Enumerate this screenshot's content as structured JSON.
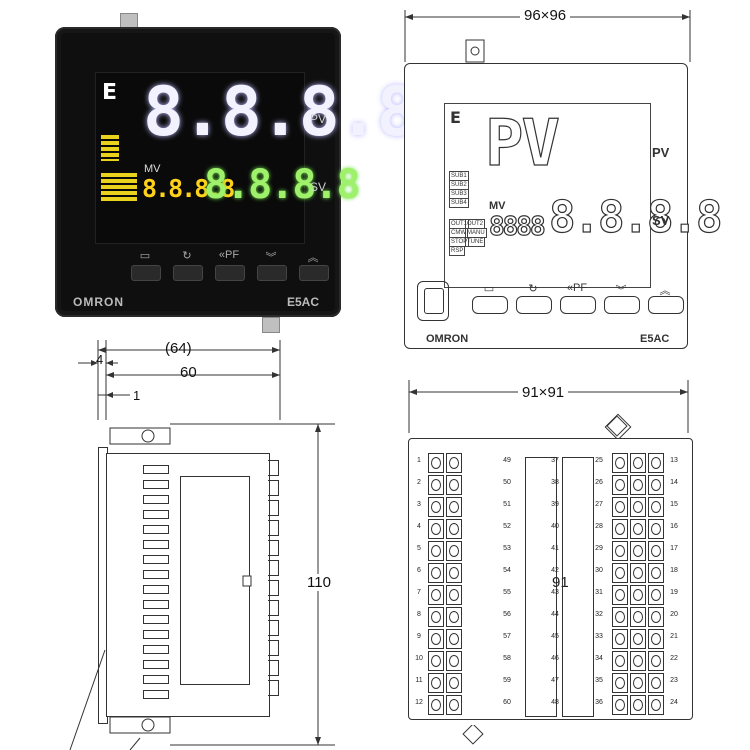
{
  "photo": {
    "pv_digits": "8.8.8.8",
    "sv_digits": "8.8.8.8",
    "mv_digits": "8.8.8.8",
    "pv_label": "PV",
    "sv_label": "SV",
    "mv_label": "MV",
    "brand": "OMRON",
    "model": "E5AC",
    "lcd_temp_mark": "ꓰ",
    "buttons": [
      {
        "name": "mode-button-icon",
        "symbol": "▭"
      },
      {
        "name": "cycle-button-icon",
        "symbol": "↻"
      },
      {
        "name": "pf-button-icon",
        "symbol": "«PF"
      },
      {
        "name": "down-button-icon",
        "symbol": "︾"
      },
      {
        "name": "up-button-icon",
        "symbol": "︽"
      }
    ],
    "colors": {
      "pv": "#f2f2ff",
      "sv": "#9ff06a",
      "mv": "#ffd21a",
      "bezel": "#0f0f10"
    }
  },
  "front": {
    "dimension": "96×96",
    "pv_label": "PV",
    "sv_label": "SV",
    "mv_label": "MV",
    "brand": "OMRON",
    "model": "E5AC",
    "sub_indicators": [
      "SUB1",
      "SUB2",
      "SUB3",
      "SUB4"
    ],
    "status_indicators": [
      "OUT1",
      "OUT2",
      "CMW",
      "MANU",
      "STOP",
      "TUNE",
      "RSP"
    ],
    "buttons": [
      "▭",
      "↻",
      "«PF",
      "︾",
      "︽"
    ]
  },
  "side": {
    "dim_64": "(64)",
    "dim_60": "60",
    "dim_4": "4",
    "dim_1": "1",
    "dim_110": "110"
  },
  "rear": {
    "dimension": "91×91",
    "center_label": "91",
    "left_terminals": [
      "1",
      "2",
      "3",
      "4",
      "5",
      "6",
      "7",
      "8",
      "9",
      "10",
      "11",
      "12"
    ],
    "left_inner": [
      "49",
      "50",
      "51",
      "52",
      "53",
      "54",
      "55",
      "56",
      "57",
      "58",
      "59",
      "60"
    ],
    "mid_terminals": [
      "37",
      "38",
      "39",
      "40",
      "41",
      "42",
      "43",
      "44",
      "45",
      "46",
      "47",
      "48"
    ],
    "right_inner": [
      "25",
      "26",
      "27",
      "28",
      "29",
      "30",
      "31",
      "32",
      "33",
      "34",
      "35",
      "36"
    ],
    "right_terminals": [
      "13",
      "14",
      "15",
      "16",
      "17",
      "18",
      "19",
      "20",
      "21",
      "22",
      "23",
      "24"
    ]
  }
}
